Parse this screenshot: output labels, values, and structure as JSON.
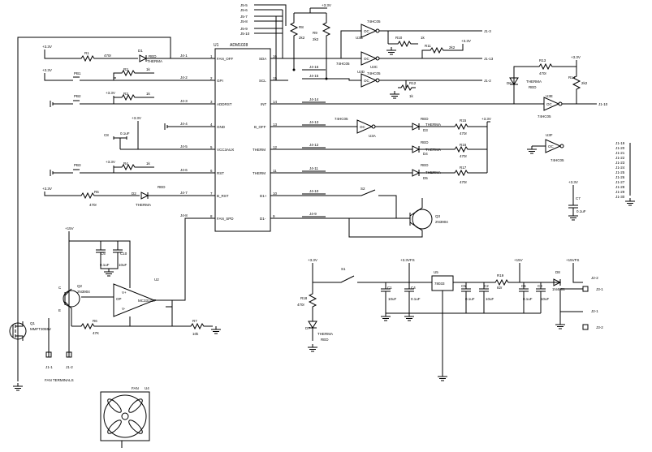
{
  "rails": {
    "v33": "+3.3V",
    "v33vfs": "+3.3VFS",
    "v15": "+15V",
    "v15vfs": "+15VFS"
  },
  "u1": {
    "ref": "U1",
    "part": "ADM1028",
    "left_pins": [
      {
        "num": "1",
        "name": "FAN_OFF"
      },
      {
        "num": "2",
        "name": "GPI"
      },
      {
        "num": "3",
        "name": "ADDRST"
      },
      {
        "num": "4",
        "name": "GND"
      },
      {
        "num": "5",
        "name": "VCC3AUX"
      },
      {
        "num": "6",
        "name": "RST"
      },
      {
        "num": "7",
        "name": "B_RST"
      },
      {
        "num": "8",
        "name": "FAN_SPD"
      }
    ],
    "right_pins": [
      {
        "num": "16",
        "name": "SDA"
      },
      {
        "num": "15",
        "name": "SCL"
      },
      {
        "num": "14",
        "name": "INT"
      },
      {
        "num": "13",
        "name": "B_OFF"
      },
      {
        "num": "12",
        "name": "THERM"
      },
      {
        "num": "11",
        "name": "THERM"
      },
      {
        "num": "10",
        "name": "D1+"
      },
      {
        "num": "9",
        "name": "D1-"
      }
    ]
  },
  "j4_left": [
    "J4-1",
    "J4-2",
    "J4-3",
    "J4-4",
    "J4-5",
    "J4-6",
    "J4-7",
    "J4-8"
  ],
  "j4_right": [
    "J4-16",
    "J4-15",
    "J4-14",
    "J4-13",
    "J4-12",
    "J4-11",
    "J4-10",
    "J4-9"
  ],
  "j5_labels": [
    "J5-5",
    "J5-6",
    "J5-7",
    "J5-8",
    "J5-9",
    "J5-10"
  ],
  "j1_column": [
    "J1-19",
    "J1-20",
    "J1-21",
    "J1-22",
    "J1-23",
    "J1-24",
    "J1-25",
    "J1-26",
    "J1-27",
    "J1-28",
    "J1-29",
    "J1-30"
  ],
  "j1_outputs": [
    "J1-3",
    "J1-13",
    "J1-2",
    "J1-10"
  ],
  "buffers": {
    "u3b": "U3B",
    "u3c": "U3C",
    "u3d": "U3D",
    "u3a": "U3A",
    "u3e": "U3E",
    "u3f": "U3F",
    "part": "74HC05",
    "oc": "OC"
  },
  "components": {
    "r1": "R1",
    "r1v": "470r",
    "r2": "R2",
    "r3": "R3",
    "r4": "R4",
    "r5": "R5",
    "r5v": "470r",
    "r6": "R6",
    "r6v": "47K",
    "r7": "R7",
    "r7v": "10k",
    "r8": "R8",
    "r9": "R9",
    "r8v": "2k2",
    "r10": "R10",
    "r11": "R11",
    "r12": "R12",
    "r13": "R13",
    "r14": "R14",
    "r15": "R15",
    "r16": "R16",
    "r17": "R17",
    "r18": "R18",
    "r18v": "470r",
    "r19": "R19",
    "r19v": "82r",
    "k1": "1k",
    "k2k2": "2k2",
    "c8": "C8",
    "c8v": "0.1uF",
    "c5": "C5",
    "c10": "C10",
    "c10v": "10uF",
    "c7": "C7",
    "c1": "C1",
    "c4": "C4",
    "c2": "C2",
    "c6": "C6",
    "c3": "C3",
    "pb1": "PB1",
    "pb2": "PB2",
    "pb3": "PB3",
    "d1": "D1",
    "d2": "D2",
    "d3": "D3",
    "d4": "D4",
    "d5": "D5",
    "d6": "D6",
    "d7": "D7",
    "d8": "D8",
    "d8v": "1N4001",
    "red": "RED",
    "therma": "THERMA",
    "q1": "Q1",
    "q1v": "MMFT3055V",
    "q2": "Q2",
    "q3": "Q3",
    "q2v": "2N3904",
    "u2": "U2",
    "u2v": "MC33171P",
    "u5": "U5",
    "u5v": "78033",
    "s1": "S1",
    "s2": "S2",
    "fan": "FAN",
    "u4": "U4",
    "fan_terminals": "FAN TERMINALS",
    "j2_1": "J2-1",
    "j2_2": "J2-2",
    "j3_1": "J3-1",
    "j3_2": "J3-2",
    "jm1": "J1-1",
    "jm2": "J1-2"
  }
}
